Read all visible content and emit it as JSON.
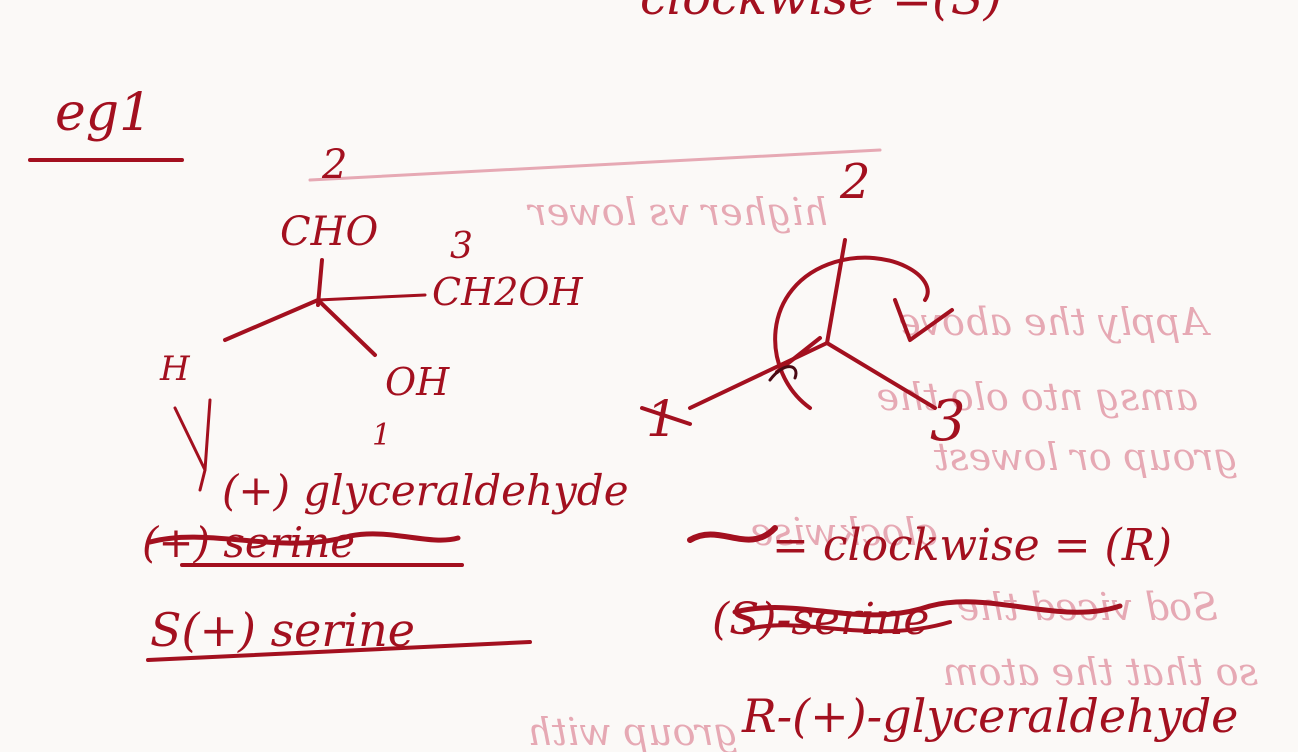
{
  "bleed_lines": [
    "higher vs lower",
    "Apply the above",
    "amsg nto olo the",
    "group or lowest",
    "clockwise",
    "Sod viced the",
    "so that the atom",
    "group with"
  ],
  "header": {
    "top_text": "clockwise =(S)",
    "example_label": "eg1"
  },
  "fischer": {
    "top_group": "CHO",
    "top_priority": "2",
    "right_group": "CH2OH",
    "right_priority": "3",
    "left_atom": "H",
    "bottom_group": "OH",
    "bottom_priority": "1",
    "name": "(+) glyceraldehyde",
    "struck_name": "(+) serine",
    "result": "S(+) serine"
  },
  "projection": {
    "label_top": "2",
    "label_left": "1",
    "label_right": "3",
    "result": "= clockwise = (R)",
    "struck_result": "(S)-serine",
    "final_name": "R-(+)-glyceraldehyde"
  }
}
